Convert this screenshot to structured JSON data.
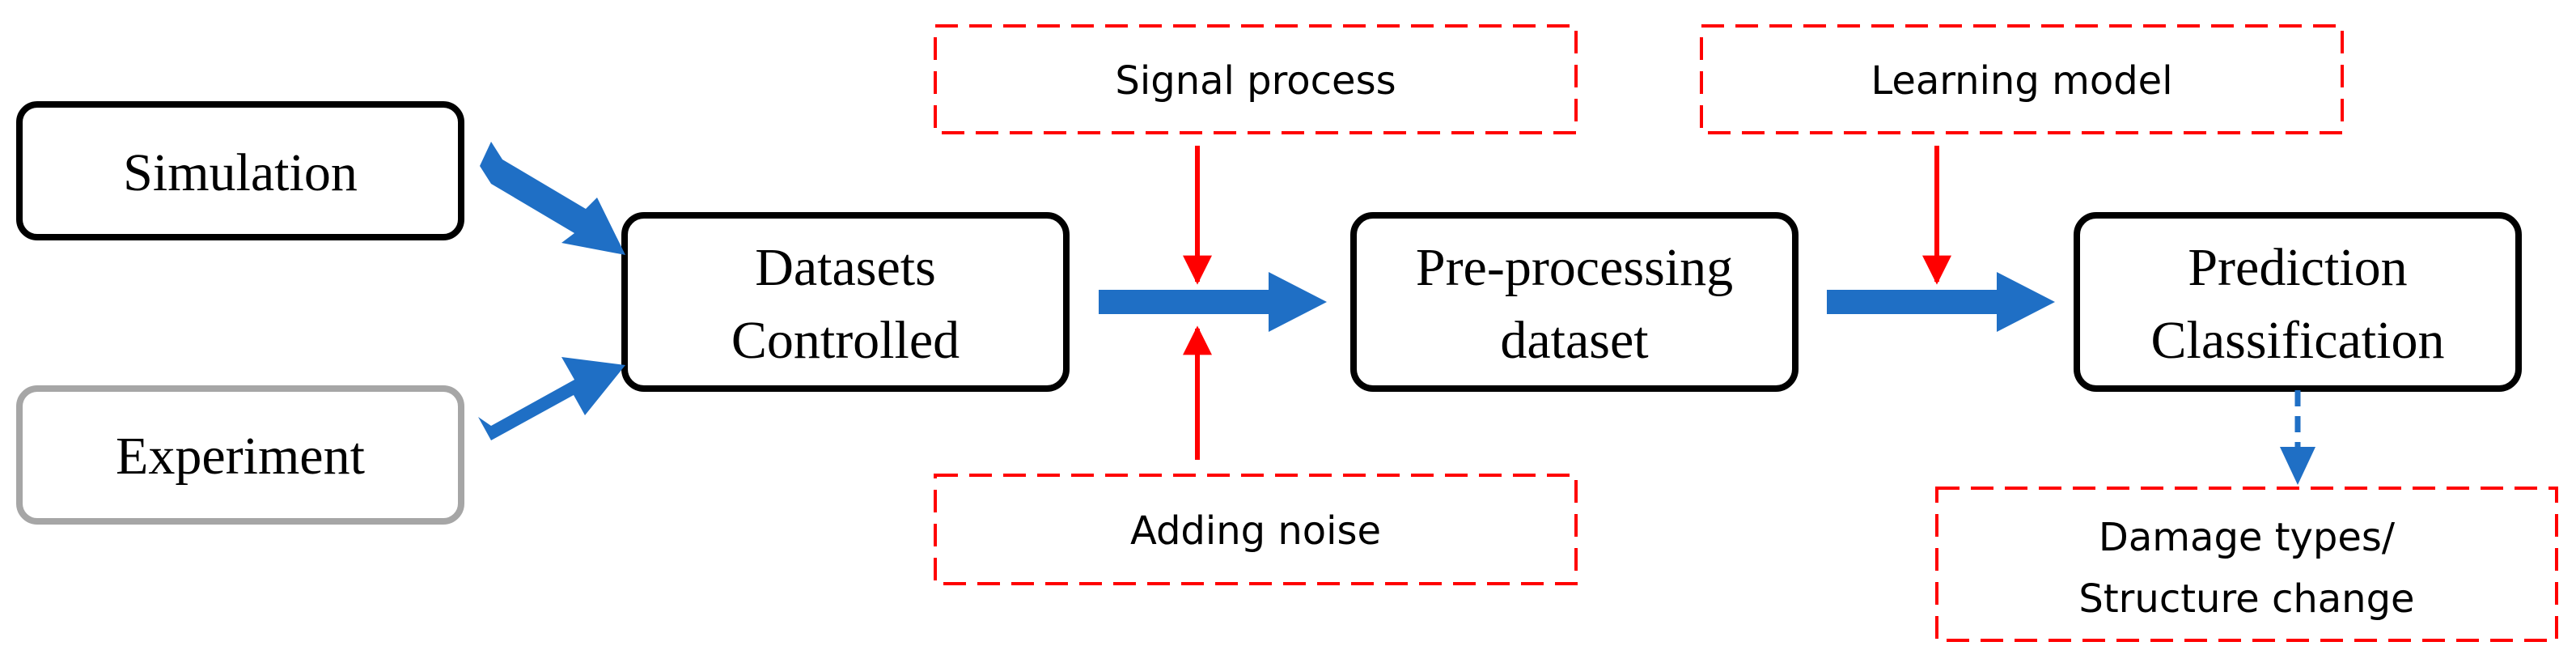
{
  "colors": {
    "node_border": "#000000",
    "node_border_muted": "#a6a6a6",
    "note_border": "#ff0000",
    "flow_arrow": "#1f6fc5",
    "input_arrow": "#ff0000"
  },
  "nodes": {
    "simulation": {
      "label": "Simulation"
    },
    "experiment": {
      "label": "Experiment"
    },
    "datasets": {
      "line1": "Datasets",
      "line2": "Controlled"
    },
    "preprocessing": {
      "line1": "Pre-processing",
      "line2": "dataset"
    },
    "prediction": {
      "line1": "Prediction",
      "line2": "Classification"
    }
  },
  "notes": {
    "signal_process": {
      "label": "Signal process"
    },
    "adding_noise": {
      "label": "Adding noise"
    },
    "learning_model": {
      "label": "Learning model"
    },
    "damage_types": {
      "line1": "Damage types/",
      "line2": "Structure change"
    }
  }
}
